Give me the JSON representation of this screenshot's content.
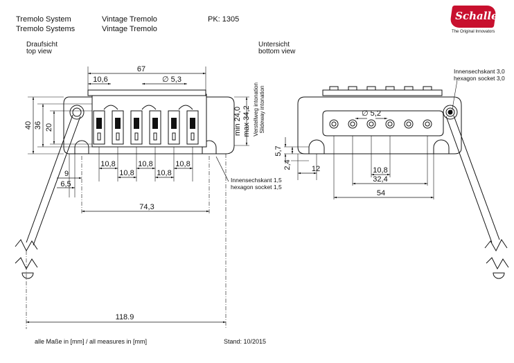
{
  "header": {
    "left_line1": "Tremolo System",
    "left_line2": "Tremolo Systems",
    "mid_line1": "Vintage Tremolo",
    "mid_line2": "Vintage Tremolo",
    "part_no": "PK: 1305",
    "brand": "Schaller",
    "tagline": "The Original Innovators"
  },
  "views": {
    "top_de": "Draufsicht",
    "top_en": "top view",
    "bottom_de": "Untersicht",
    "bottom_en": "bottom view"
  },
  "top_view": {
    "dims": {
      "width_67": "67",
      "spacing_10_6": "10,6",
      "hole_5_3": "∅ 5,3",
      "height_40": "40",
      "height_36": "36",
      "height_20": "20",
      "pitch_10_8": "10,8",
      "dist_9": "9",
      "dist_6_5": "6,5",
      "dist_74_3": "74,3",
      "dist_118_9": "118.9",
      "intonation_min": "min 24,0",
      "intonation_max": "max 34,2"
    },
    "intonation_de": "Verstellweg intonation",
    "intonation_en": "Slideway intonation",
    "hex_de": "Innensechskant  1,5",
    "hex_en": "hexagon socket 1,5"
  },
  "bottom_view": {
    "dims": {
      "hole_5_2": "∅ 5,2",
      "h_5_7": "5,7",
      "h_2_4": "2,4",
      "dist_12": "12",
      "pitch_10_8": "10,8",
      "dist_32_4": "32,4",
      "dist_54": "54"
    },
    "hex_de": "Innensechskant 3,0",
    "hex_en": "hexagon socket 3,0"
  },
  "footer": {
    "measures": "alle Maße in [mm] / all measures in [mm]",
    "date": "Stand: 10/2015"
  }
}
